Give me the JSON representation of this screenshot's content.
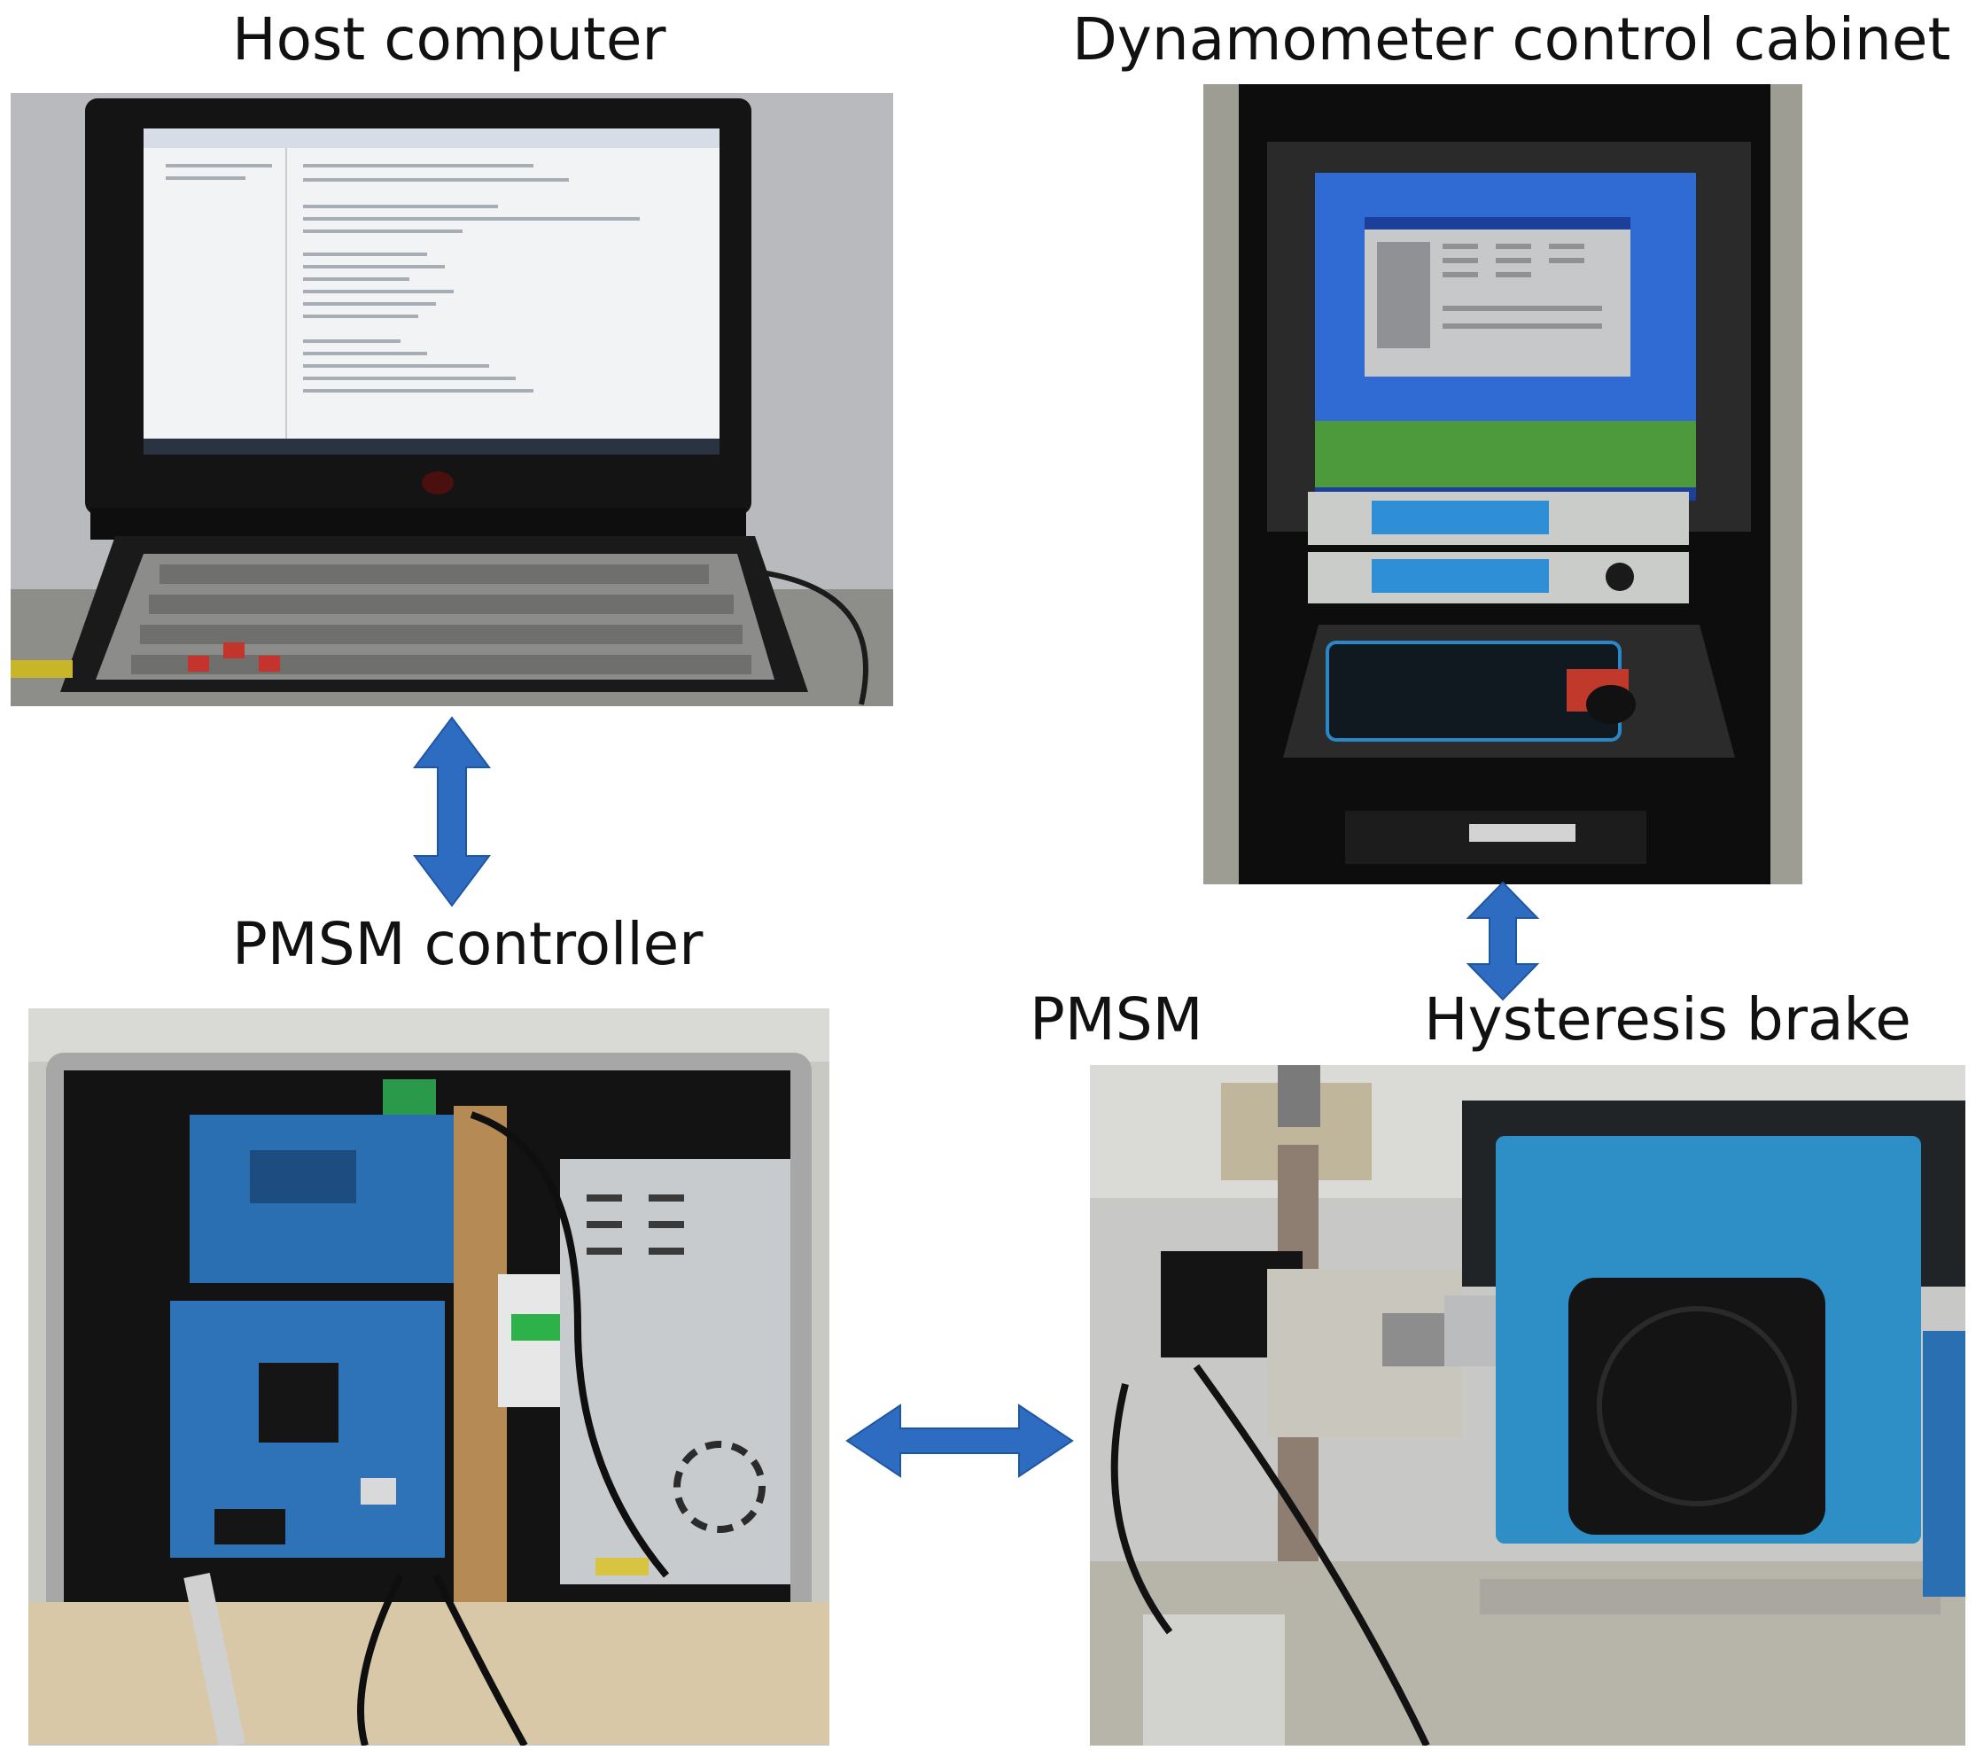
{
  "labels": {
    "host_computer": "Host computer",
    "dynamometer_cabinet": "Dynamometer control cabinet",
    "pmsm_controller": "PMSM controller",
    "pmsm": "PMSM",
    "hysteresis_brake": "Hysteresis brake"
  },
  "colors": {
    "arrow": "#2e6cc1",
    "arrow_stroke": "#1f56a3",
    "brake_housing": "#2e8fc7"
  }
}
